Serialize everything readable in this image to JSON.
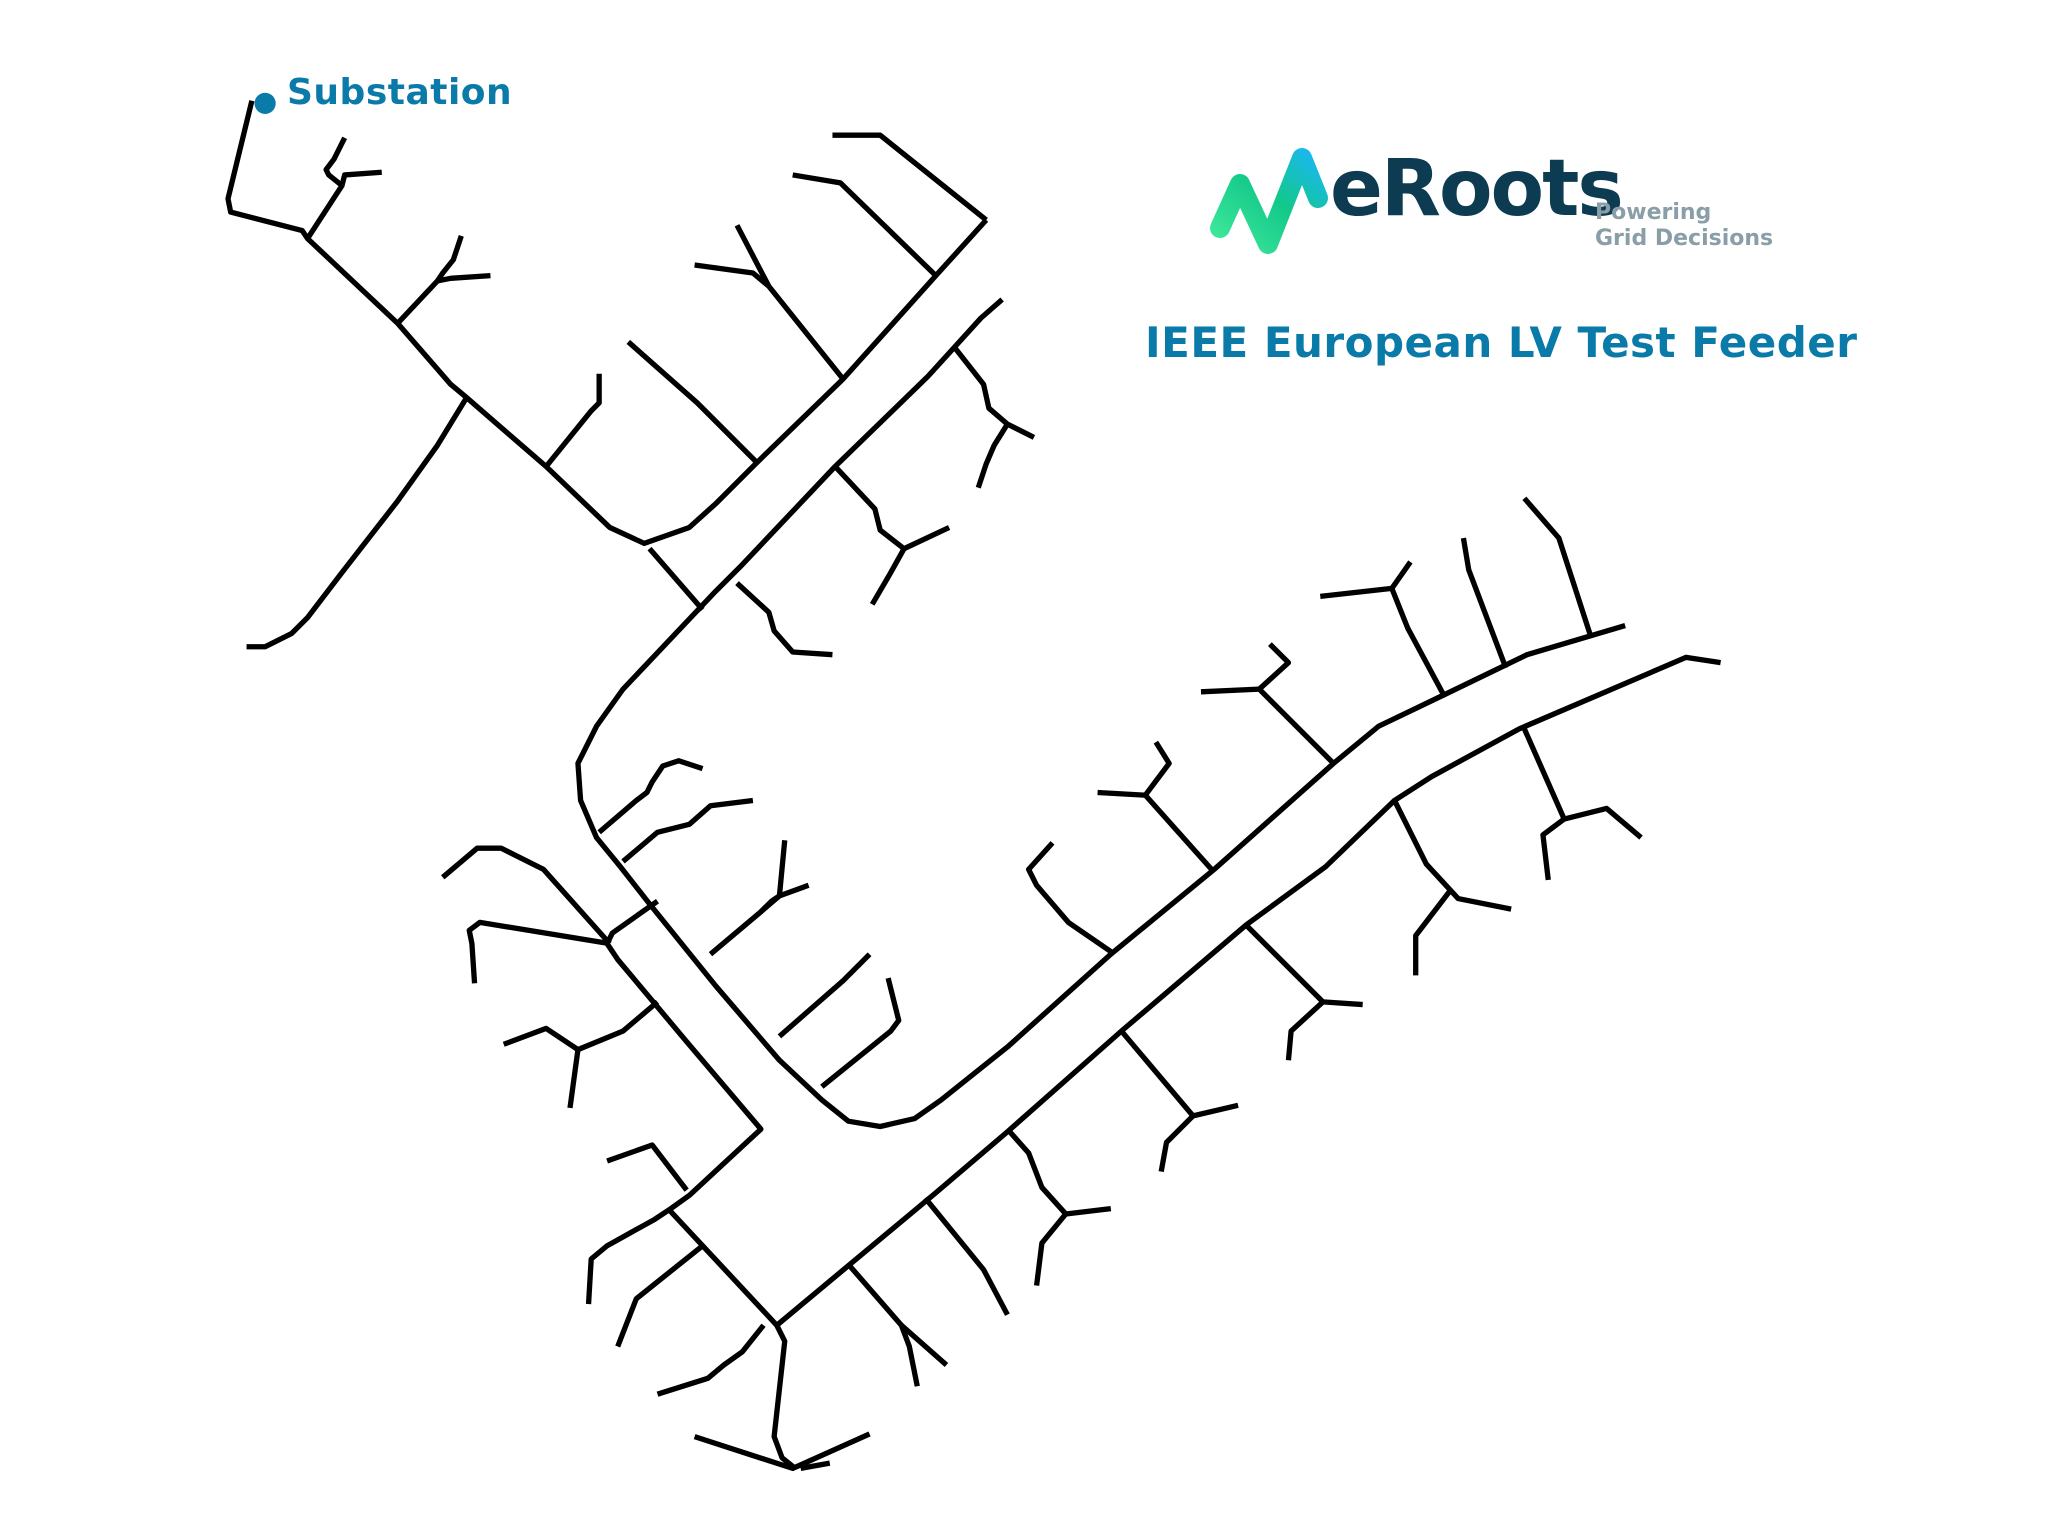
{
  "diagram": {
    "title": "IEEE European LV Test Feeder",
    "substation_label": "Substation",
    "colors": {
      "accent": "#0a7aa8",
      "line": "#000000",
      "logo_text": "#0c3b52",
      "logo_tagline": "#8a9ea8",
      "logo_green": "#3ee89a",
      "logo_blue": "#1ab8f0"
    }
  },
  "logo": {
    "wordmark": "eRoots",
    "tagline_line1": "Powering",
    "tagline_line2": "Grid Decisions"
  }
}
